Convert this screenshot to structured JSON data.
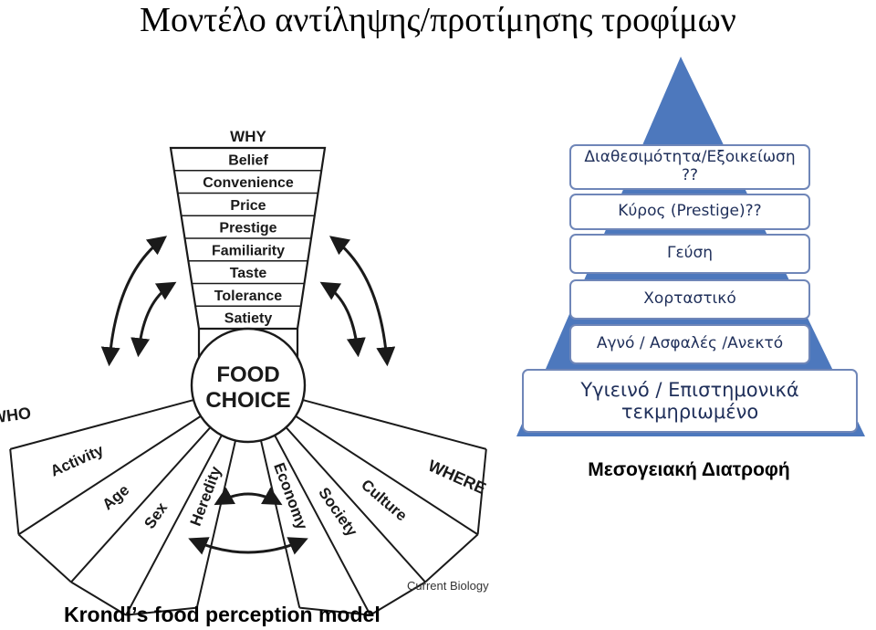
{
  "title": "Μοντέλο αντίληψης/προτίμησης τροφίμων",
  "krondl": {
    "why_header": "WHY",
    "why_items": [
      "Belief",
      "Convenience",
      "Price",
      "Prestige",
      "Familiarity",
      "Taste",
      "Tolerance",
      "Satiety"
    ],
    "center": [
      "FOOD",
      "CHOICE"
    ],
    "who_header": "WHO",
    "who_items": [
      "Activity",
      "Age",
      "Sex",
      "Heredity"
    ],
    "where_items": [
      "Economy",
      "Society",
      "Culture"
    ],
    "where_header": "WHERE",
    "source": "Current Biology",
    "caption": "Krondl’s food perception model"
  },
  "pyramid": {
    "color": "#4d78bd",
    "levels": [
      {
        "lines": [
          "Διαθεσιμότητα/Εξοικείωση",
          "??"
        ]
      },
      {
        "lines": [
          "Κύρος (Prestige)??"
        ]
      },
      {
        "lines": [
          "Γεύση"
        ]
      },
      {
        "lines": [
          "Χορταστικό"
        ]
      },
      {
        "lines": [
          "Αγνό / Ασφαλές /Ανεκτό"
        ]
      },
      {
        "lines": [
          "Υγιεινό / Επιστημονικά",
          "τεκμηριωμένο"
        ]
      }
    ],
    "label": "Μεσογειακή Διατροφή"
  }
}
